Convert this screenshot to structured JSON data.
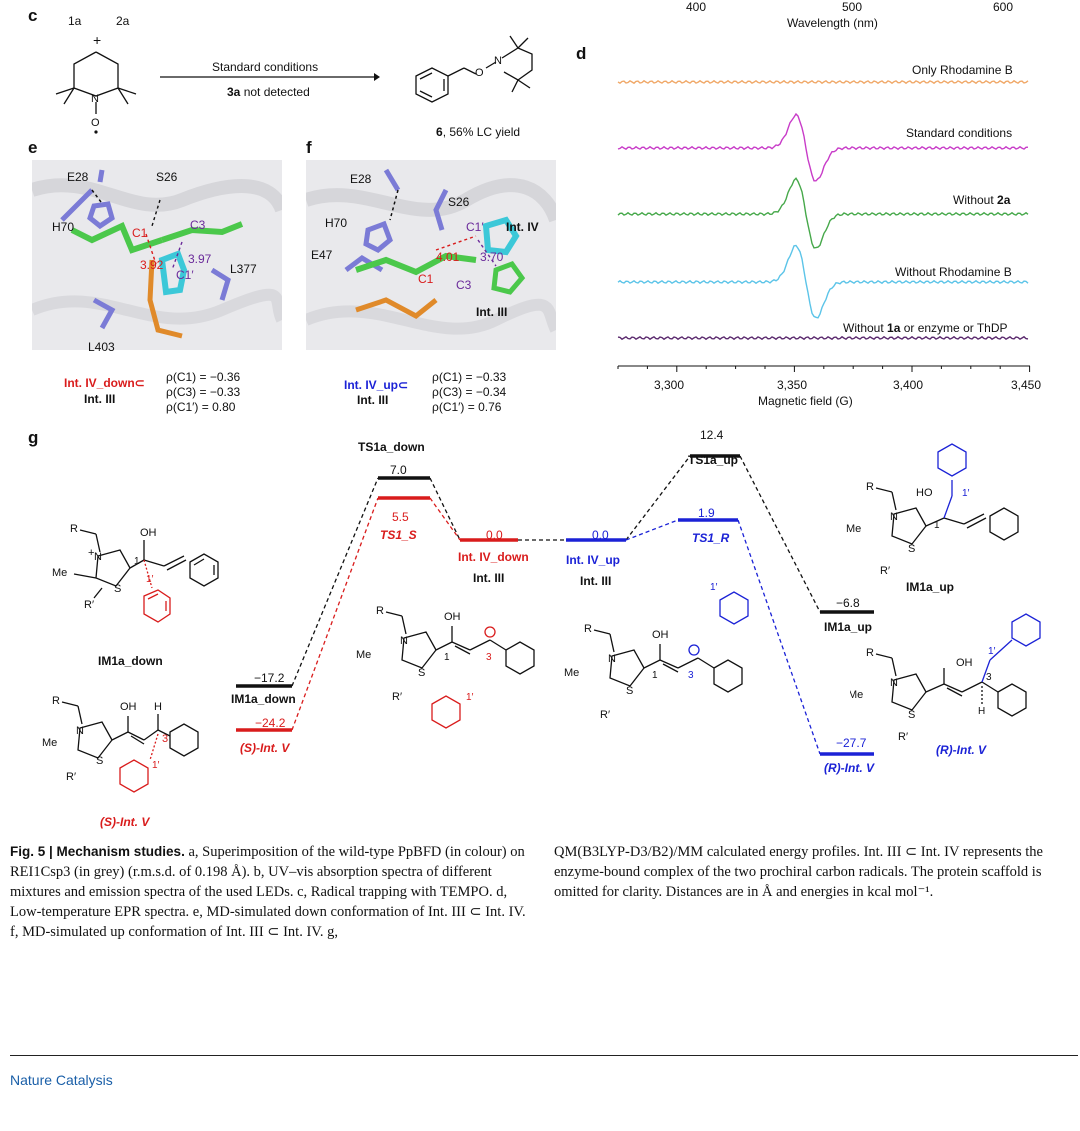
{
  "panels": {
    "c": "c",
    "d": "d",
    "e": "e",
    "f": "f",
    "g": "g"
  },
  "top_axis": {
    "ticks": [
      "400",
      "500",
      "600"
    ],
    "label": "Wavelength (nm)"
  },
  "panel_c": {
    "reactant_1": "1a",
    "reactant_2": "2a",
    "plus": "+",
    "n_label": "N",
    "o_label": "O",
    "arrow_top": "Standard conditions",
    "arrow_bottom_bold": "3a",
    "arrow_bottom_rest": " not detected",
    "product_n": "N",
    "product_o": "O",
    "product_caption_bold": "6",
    "product_caption_rest": ", 56% LC yield"
  },
  "panel_d": {
    "traces": [
      {
        "label": "Only Rhodamine B",
        "color": "#f0a868"
      },
      {
        "label": "Standard conditions",
        "color": "#c83cc8"
      },
      {
        "label_pre": "Without ",
        "label_bold": "2a",
        "color": "#46a84a"
      },
      {
        "label": "Without Rhodamine B",
        "color": "#5cc4e8"
      },
      {
        "label_pre": "Without ",
        "label_bold": "1a",
        "label_post": " or enzyme or ThDP",
        "color": "#5b2a6e"
      }
    ],
    "x_ticks": [
      "3,300",
      "3,350",
      "3,400",
      "3,450"
    ],
    "x_label": "Magnetic field (G)"
  },
  "panel_e": {
    "residues": [
      "E28",
      "S26",
      "H70",
      "L377",
      "L403"
    ],
    "atoms": [
      "C1",
      "C3",
      "C1′"
    ],
    "distances": [
      "3.92",
      "3.97"
    ],
    "title_red": "Int. IV_down⊂",
    "title_black": "Int. III",
    "rho": [
      "ρ(C1) = −0.36",
      "ρ(C3) = −0.33",
      "ρ(C1′) = 0.80"
    ]
  },
  "panel_f": {
    "residues": [
      "E28",
      "S26",
      "H70",
      "E47"
    ],
    "atoms": [
      "C1′",
      "C1",
      "C3"
    ],
    "distances": [
      "4.01",
      "3.70"
    ],
    "labels": [
      "Int. IV",
      "Int. III"
    ],
    "title_blue": "Int. IV_up⊂",
    "title_black": "Int. III",
    "rho": [
      "ρ(C1) = −0.33",
      "ρ(C3) = −0.34",
      "ρ(C1′) = 0.76"
    ]
  },
  "panel_g": {
    "levels": [
      {
        "value": "7.0",
        "name": "TS1a_down"
      },
      {
        "value": "5.5",
        "name": "TS1_S"
      },
      {
        "value": "0.0",
        "name": "Int. IV_down",
        "sub": "Int. III"
      },
      {
        "value": "0.0",
        "name": "Int. IV_up",
        "sub": "Int. III"
      },
      {
        "value": "12.4",
        "name": "TS1a_up"
      },
      {
        "value": "1.9",
        "name": "TS1_R"
      },
      {
        "value": "−17.2",
        "name": "IM1a_down"
      },
      {
        "value": "−24.2",
        "name": "(S)-Int. V"
      },
      {
        "value": "−6.8",
        "name": "IM1a_up"
      },
      {
        "value": "−27.7",
        "name": "(R)-Int. V"
      }
    ],
    "structure_labels": {
      "im1a_down": "IM1a_down",
      "s_int_v": "(S)-Int. V",
      "im1a_up": "IM1a_up",
      "r_int_v": "(R)-Int. V"
    },
    "atom_labels": [
      "R",
      "N",
      "S",
      "Me",
      "R′",
      "OH",
      "HO",
      "H",
      "1",
      "3",
      "1′",
      "+"
    ]
  },
  "caption": {
    "figure": "Fig. 5 | Mechanism studies.",
    "left": " a, Superimposition of the wild-type PpBFD (in colour) on REI1Csp3 (in grey) (r.m.s.d. of 0.198 Å). b, UV–vis absorption spectra of different mixtures and emission spectra of the used LEDs. c, Radical trapping with TEMPO. d, Low-temperature EPR spectra. e, MD-simulated down conformation of Int. III ⊂ Int. IV. f, MD-simulated up conformation of Int. III ⊂ Int. IV. g,",
    "right": "QM(B3LYP-D3/B2)/MM calculated energy profiles. Int. III ⊂ Int. IV represents the enzyme-bound complex of the two prochiral carbon radicals. The protein scaffold is omitted for clarity. Distances are in Å and energies in kcal mol⁻¹."
  },
  "footer": "Nature Catalysis",
  "colors": {
    "red": "#d91c1c",
    "blue": "#1b22d6",
    "purple": "#6a2a9a",
    "footer": "#1a5fa8"
  }
}
